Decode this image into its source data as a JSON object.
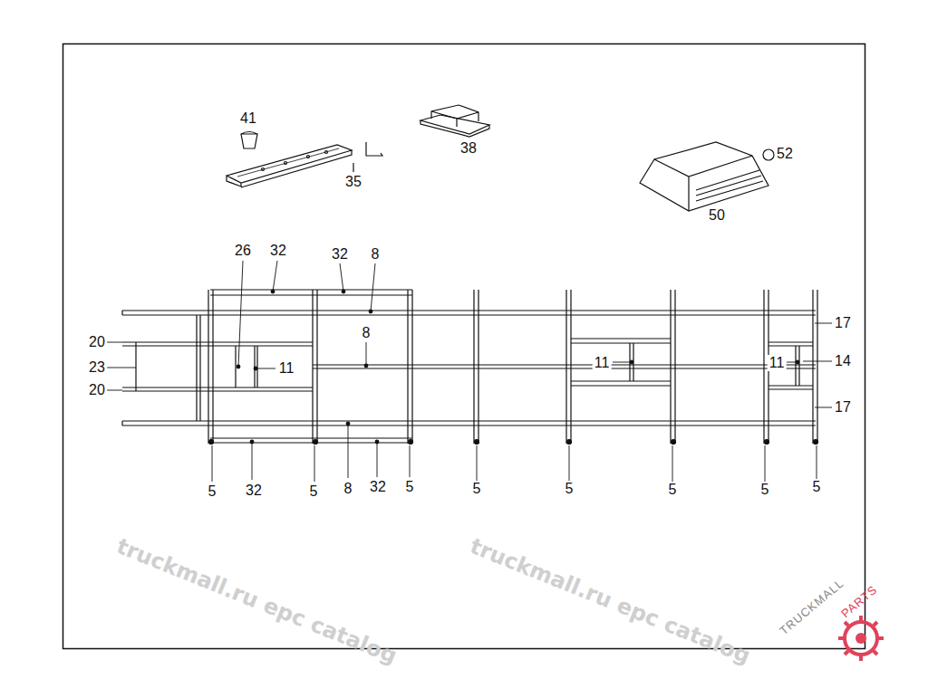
{
  "diagram": {
    "labels": [
      "41",
      "35",
      "38",
      "52",
      "50",
      "26",
      "32",
      "32",
      "8",
      "20",
      "23",
      "20",
      "8",
      "11",
      "11",
      "11",
      "14",
      "17",
      "17",
      "5",
      "5",
      "5",
      "5",
      "5",
      "5",
      "5",
      "5",
      "32",
      "8",
      "32",
      "truckmall.ru epc catalog",
      "truckmall.ru epc catalog",
      "TRUCKMALL",
      "PARTS"
    ]
  }
}
